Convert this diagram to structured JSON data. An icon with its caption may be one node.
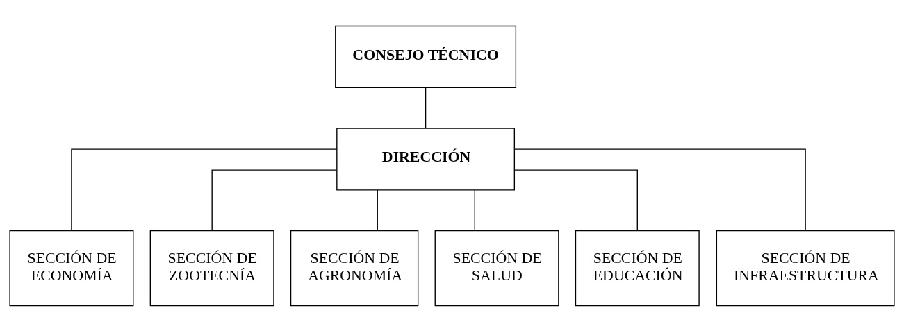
{
  "diagram": {
    "nodes": [
      {
        "text": [
          "CONSEJO TÉCNICO"
        ]
      },
      {
        "text": [
          "DIRECCIÓN"
        ]
      },
      {
        "text": [
          "SECCIÓN DE ECONOMÍA"
        ]
      },
      {
        "text": [
          "SECCIÓN DE ZOOTECNÍA"
        ]
      },
      {
        "text": [
          "SECCIÓN DE AGRONOMÍA"
        ]
      },
      {
        "text": [
          "SECCIÓN DE SALUD"
        ]
      },
      {
        "text": [
          "SECCIÓN DE EDUCACIÓN"
        ]
      },
      {
        "text": [
          "SECCIÓN DE INFRAESTRUCTURA"
        ]
      }
    ],
    "edges": [
      {
        "from": 0,
        "to": 1,
        "arrow": "none"
      },
      {
        "from": 1,
        "to": 2,
        "arrow": "none"
      },
      {
        "from": 1,
        "to": 3,
        "arrow": "none"
      },
      {
        "from": 1,
        "to": 4,
        "arrow": "none"
      },
      {
        "from": 1,
        "to": 5,
        "arrow": "none"
      },
      {
        "from": 1,
        "to": 6,
        "arrow": "none"
      },
      {
        "from": 1,
        "to": 7,
        "arrow": "none"
      }
    ]
  }
}
